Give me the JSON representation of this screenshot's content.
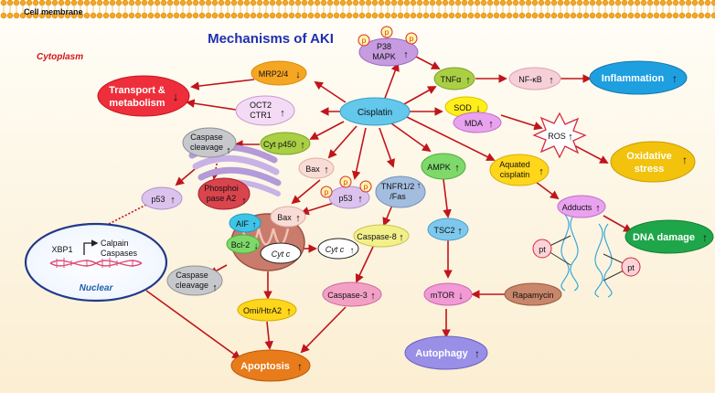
{
  "header": {
    "membrane_label": "Cell membrane",
    "title": "Mechanisms of AKI",
    "compartment_label": "Cytoplasm"
  },
  "arrow_glyphs": {
    "up": "↑",
    "down": "↓"
  },
  "nodes": {
    "cisplatin": "Cisplatin",
    "mrp24": "MRP2/4",
    "transport_line1": "Transport &",
    "transport_line2": "metabolism",
    "oct2_line1": "OCT2",
    "oct2_line2": "CTR1",
    "p38_line1": "P38",
    "p38_line2": "MAPK",
    "phospho_p": "p",
    "tnfa": "TNFα",
    "nfkb": "NF-κB",
    "inflammation": "Inflammation",
    "sod": "SOD",
    "mda": "MDA",
    "ros": "ROS",
    "oxidative_line1": "Oxidative",
    "oxidative_line2": "stress",
    "caspase_cleavage_top_line1": "Caspase",
    "caspase_cleavage_top_line2": "cleavage",
    "cyt_p450": "Cyt p450",
    "phospholipase_line1": "Phosphoi",
    "phospholipase_line2": "pase A2",
    "bax_top": "Bax",
    "p53_left": "p53",
    "p53_mid": "p53",
    "bax_mid": "Bax",
    "aif": "AIF",
    "bcl2": "Bcl-2",
    "cytc_inner": "Cyt c",
    "cytc_outer": "Cyt c",
    "tnfr_line1": "TNFR1/2",
    "tnfr_line2": "/Fas",
    "ampk": "AMPK",
    "aquated_line1": "Aquated",
    "aquated_line2": "cisplatin",
    "adducts": "Adducts",
    "dna_damage": "DNA damage",
    "pt": "pt",
    "caspase8": "Caspase-8",
    "tsc2": "TSC2",
    "mtor": "mTOR",
    "rapamycin": "Rapamycin",
    "caspase3": "Caspase-3",
    "autophagy": "Autophagy",
    "caspase_cleavage_low_line1": "Caspase",
    "caspase_cleavage_low_line2": "cleavage",
    "omi": "Omi/HtrA2",
    "apoptosis": "Apoptosis",
    "xbp1": "XBP1",
    "calpain": "Calpain",
    "caspases": "Caspases",
    "nuclear": "Nuclear"
  },
  "colors": {
    "arrow": "#c0141b",
    "title": "#1f2fb0",
    "cytoplasm_label": "#d4141b",
    "nuclear_text": "#1f5fb0",
    "inflammation": "#1e9fe0",
    "oxidative": "#f2c20d",
    "dna_damage": "#1fa64a",
    "apoptosis": "#e87b1a",
    "autophagy": "#9a8fe6",
    "transport": "#ee2e3a"
  }
}
